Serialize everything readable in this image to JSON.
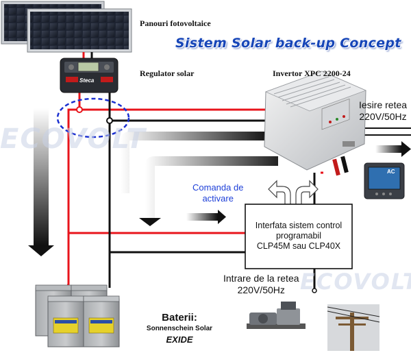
{
  "title": "Sistem Solar back-up Concept",
  "labels": {
    "panels": "Panouri fotovoltaice",
    "regulator": "Regulator solar",
    "regulator_brand": "Steca",
    "inverter": "Invertor XPC 2200-24",
    "output_line1": "Iesire retea",
    "output_line2": "220V/50Hz",
    "monitor_tag": "AC",
    "command_line1": "Comanda de",
    "command_line2": "activare",
    "interface_line1": "Interfata sistem control",
    "interface_line2": "programabil",
    "interface_line3": "CLP45M sau CLP40X",
    "grid_input_line1": "Intrare de la retea",
    "grid_input_line2": "220V/50Hz",
    "batteries_title": "Baterii:",
    "batteries_subtitle": "Sonnenschein Solar",
    "batteries_brand": "EXIDE"
  },
  "watermark": "ECOVOLT",
  "colors": {
    "title": "#1746b8",
    "positive_wire": "#e8141b",
    "negative_wire": "#111111",
    "command_text": "#1d3fd8",
    "highlight_ellipse": "#1a2fd0"
  }
}
